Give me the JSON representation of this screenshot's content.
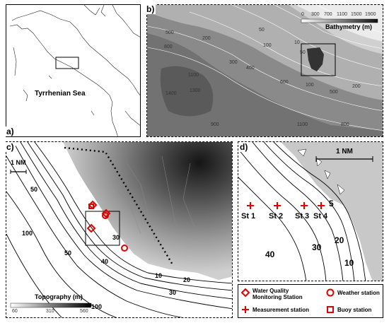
{
  "panels": {
    "a": {
      "label": "a)",
      "sea_label": "Tyrrhenian Sea"
    },
    "b": {
      "label": "b)",
      "legend_title": "Bathymetry (m)",
      "legend_ticks": [
        "0",
        "300",
        "700",
        "1100",
        "1500",
        "1900"
      ],
      "contours": [
        "500",
        "200",
        "50",
        "10",
        "800",
        "100",
        "300",
        "400",
        "50",
        "600",
        "1100",
        "1300",
        "1400",
        "200",
        "500",
        "900",
        "1100",
        "800",
        "100"
      ]
    },
    "c": {
      "label": "c)",
      "scale": "1 NM",
      "legend_title": "Topography (m)",
      "legend_ticks": [
        "60",
        "310",
        "560"
      ],
      "depths": [
        "50",
        "100",
        "50",
        "40",
        "30",
        "30",
        "20",
        "10",
        "100"
      ]
    },
    "d": {
      "label": "d)",
      "scale": "1 NM",
      "stations": [
        "St 1",
        "St 2",
        "St 3",
        "St 4"
      ],
      "depths": [
        "5",
        "20",
        "10",
        "30",
        "40"
      ]
    }
  },
  "legend": {
    "water_quality": "Water Quality\nMonitoring Station",
    "weather": "Weather station",
    "measurement": "Measurement station",
    "buoy": "Buoy station"
  },
  "colors": {
    "marker": "#e00000"
  }
}
